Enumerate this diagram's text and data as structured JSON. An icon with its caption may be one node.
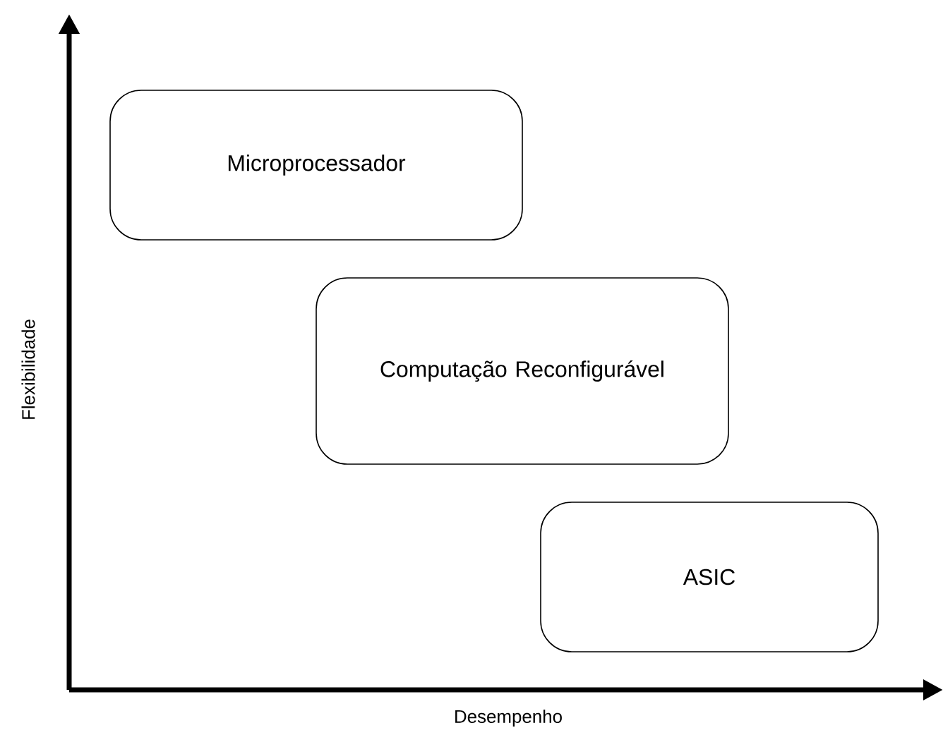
{
  "diagram": {
    "nodes": [
      {
        "text": [
          "Microprocessador"
        ]
      },
      {
        "text": [
          "Computação Reconfigurável"
        ]
      },
      {
        "text": [
          "ASIC"
        ]
      }
    ],
    "labels": [
      "Flexibilidade",
      "Desempenho"
    ]
  }
}
